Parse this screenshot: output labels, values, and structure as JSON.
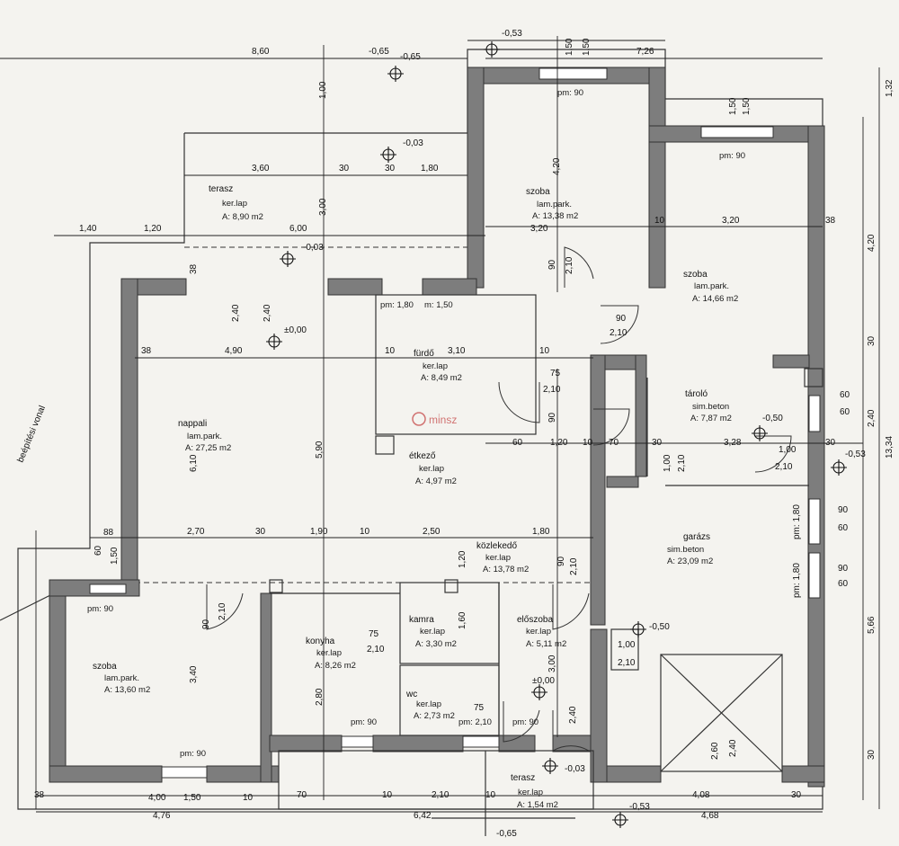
{
  "plan": {
    "boundary_label": "beépítési vonal",
    "watermark": "mi̇nsz"
  },
  "rooms": [
    {
      "id": "terasz",
      "name": "terasz",
      "floor": "ker.lap",
      "area": "A: 8,90 m2"
    },
    {
      "id": "szoba1",
      "name": "szoba",
      "floor": "lam.park.",
      "area": "A: 13,38 m2"
    },
    {
      "id": "szoba2",
      "name": "szoba",
      "floor": "lam.park.",
      "area": "A: 14,66 m2"
    },
    {
      "id": "furdo",
      "name": "fürdő",
      "floor": "ker.lap",
      "area": "A: 8,49 m2"
    },
    {
      "id": "nappali",
      "name": "nappali",
      "floor": "lam.park.",
      "area": "A: 27,25 m2"
    },
    {
      "id": "etkezo",
      "name": "étkező",
      "floor": "ker.lap",
      "area": "A: 4,97 m2"
    },
    {
      "id": "tarolo",
      "name": "tároló",
      "floor": "sim.beton",
      "area": "A: 7,87 m2"
    },
    {
      "id": "garazs",
      "name": "garázs",
      "floor": "sim.beton",
      "area": "A: 23,09 m2"
    },
    {
      "id": "kozlekedo",
      "name": "közlekedő",
      "floor": "ker.lap",
      "area": "A: 13,78 m2"
    },
    {
      "id": "szoba3",
      "name": "szoba",
      "floor": "lam.park.",
      "area": "A: 13,60 m2"
    },
    {
      "id": "konyha",
      "name": "konyha",
      "floor": "ker.lap",
      "area": "A: 8,26 m2"
    },
    {
      "id": "kamra",
      "name": "kamra",
      "floor": "ker.lap",
      "area": "A: 3,30 m2"
    },
    {
      "id": "eloszoba",
      "name": "előszoba",
      "floor": "ker.lap",
      "area": "A: 5,11 m2"
    },
    {
      "id": "wc",
      "name": "wc",
      "floor": "ker.lap",
      "area": "A: 2,73 m2"
    },
    {
      "id": "keslap",
      "name": "terasz",
      "floor": "ker.lap",
      "area": "A: 1,54 m2"
    }
  ],
  "levels": [
    "-0,53",
    "-0,65",
    "-0,03",
    "-0,03",
    "±0,00",
    "-0,50",
    "-0,53",
    "-0,50",
    "±0,00",
    "-0,03",
    "-0,65"
  ],
  "parapets": [
    "pm: 90",
    "pm: 90",
    "pm: 1,80",
    "m: 1,50",
    "pm: 90",
    "pm: 90",
    "pm: 90",
    "pm: 90",
    "pm: 1,80",
    "pm: 1,80",
    "pm: 2,10"
  ],
  "dims_h": [
    "8,60",
    "-0,65",
    "7,26",
    "3,60",
    "30",
    "30",
    "1,80",
    "1,40",
    "1,20",
    "6,00",
    "10",
    "3,20",
    "38",
    "4,90",
    "38",
    "10",
    "3,10",
    "10",
    "60",
    "1,20",
    "10",
    "70",
    "30",
    "3,28",
    "30",
    "2,70",
    "30",
    "1,90",
    "10",
    "2,50",
    "1,80",
    "4,00",
    "1,50",
    "10",
    "70",
    "10",
    "2,10",
    "10",
    "4,08",
    "30",
    "4,76",
    "6,42",
    "4,68",
    "38",
    "88",
    "3,20",
    "-0,53"
  ],
  "dims_v": [
    "1,32",
    "4,20",
    "30",
    "2,40",
    "13,34",
    "5,66",
    "30",
    "6,10",
    "5,90",
    "3,40",
    "2,80",
    "1,50",
    "1,50",
    "4,20",
    "3,00",
    "1,00",
    "2,10",
    "90",
    "2,10",
    "1,50",
    "1,50"
  ],
  "openings": [
    "90",
    "2,10",
    "75",
    "2,10",
    "1,00",
    "2,10",
    "2,40",
    "90",
    "2,10",
    "75",
    "2,10",
    "1,00",
    "2,10",
    "2,60",
    "2,40",
    "60",
    "60",
    "90",
    "60",
    "90",
    "60",
    "75",
    "2,40",
    "1,00",
    "3,00",
    "2,40",
    "1,60",
    "1,20",
    "2,10",
    "90",
    "90",
    "60",
    "1,50",
    "38"
  ],
  "colors": {
    "wall": "#7d7d7d",
    "paper": "#f4f3ef",
    "watermark": "#b91c1c"
  }
}
